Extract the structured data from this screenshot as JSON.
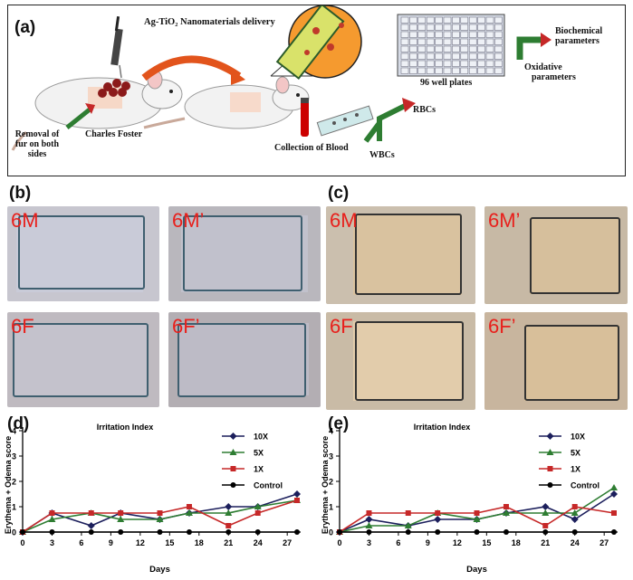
{
  "figure": {
    "panel_a": {
      "label": "(a)",
      "texts": {
        "nanomaterials": "Ag-TiO₂ Nanomaterials delivery",
        "removal_1": "Removal of",
        "removal_2": "fur on both",
        "removal_3": "sides",
        "charles": "Charles Foster",
        "collection": "Collection of Blood",
        "rbc": "RBCs",
        "wbc": "WBCs",
        "well": "96 well plates",
        "biochem_1": "Biochemical",
        "biochem_2": "parameters",
        "oxid_1": "Oxidative",
        "oxid_2": "parameters"
      }
    },
    "panel_b": {
      "label": "(b)",
      "tags": [
        "6M",
        "6M’",
        "6F",
        "6F’"
      ]
    },
    "panel_c": {
      "label": "(c)",
      "tags": [
        "6M",
        "6M’",
        "6F",
        "6F’"
      ]
    },
    "panel_d": {
      "label": "(d)"
    },
    "panel_e": {
      "label": "(e)"
    }
  },
  "chart_data": [
    {
      "panel": "d",
      "type": "line",
      "title": "Irritation Index",
      "xlabel": "Days",
      "ylabel": "Erythema + Odema score",
      "xticks": [
        0,
        3,
        6,
        9,
        12,
        15,
        18,
        21,
        24,
        27
      ],
      "yticks": [
        0,
        1,
        2,
        3,
        4
      ],
      "xlim": [
        0,
        28
      ],
      "ylim": [
        0,
        4
      ],
      "legend_position": "top-right",
      "series": [
        {
          "name": "10X",
          "color": "#1c1f5c",
          "marker": "diamond",
          "x": [
            0,
            3,
            7,
            10,
            14,
            17,
            21,
            24,
            28
          ],
          "y": [
            0,
            0.75,
            0.25,
            0.75,
            0.5,
            0.75,
            1.0,
            1.0,
            1.5
          ]
        },
        {
          "name": "5X",
          "color": "#2e7d32",
          "marker": "triangle",
          "x": [
            0,
            3,
            7,
            10,
            14,
            17,
            21,
            24,
            28
          ],
          "y": [
            0,
            0.5,
            0.75,
            0.5,
            0.5,
            0.75,
            0.75,
            1.0,
            1.25
          ]
        },
        {
          "name": "1X",
          "color": "#c62828",
          "marker": "square",
          "x": [
            0,
            3,
            7,
            10,
            14,
            17,
            21,
            24,
            28
          ],
          "y": [
            0,
            0.75,
            0.75,
            0.75,
            0.75,
            1.0,
            0.25,
            0.75,
            1.25
          ]
        },
        {
          "name": "Control",
          "color": "#000000",
          "marker": "circle",
          "x": [
            0,
            3,
            7,
            10,
            14,
            17,
            21,
            24,
            28
          ],
          "y": [
            0,
            0,
            0,
            0,
            0,
            0,
            0,
            0,
            0
          ]
        }
      ]
    },
    {
      "panel": "e",
      "type": "line",
      "title": "Irritation Index",
      "xlabel": "Days",
      "ylabel": "Erythema + Odema score",
      "xticks": [
        0,
        3,
        6,
        9,
        12,
        15,
        18,
        21,
        24,
        27
      ],
      "yticks": [
        0,
        1,
        2,
        3,
        4
      ],
      "xlim": [
        0,
        28
      ],
      "ylim": [
        0,
        4
      ],
      "legend_position": "top-right",
      "series": [
        {
          "name": "10X",
          "color": "#1c1f5c",
          "marker": "diamond",
          "x": [
            0,
            3,
            7,
            10,
            14,
            17,
            21,
            24,
            28
          ],
          "y": [
            0,
            0.5,
            0.25,
            0.5,
            0.5,
            0.75,
            1.0,
            0.5,
            1.5
          ]
        },
        {
          "name": "5X",
          "color": "#2e7d32",
          "marker": "triangle",
          "x": [
            0,
            3,
            7,
            10,
            14,
            17,
            21,
            24,
            28
          ],
          "y": [
            0,
            0.25,
            0.25,
            0.75,
            0.5,
            0.75,
            0.75,
            0.75,
            1.75
          ]
        },
        {
          "name": "1X",
          "color": "#c62828",
          "marker": "square",
          "x": [
            0,
            3,
            7,
            10,
            14,
            17,
            21,
            24,
            28
          ],
          "y": [
            0,
            0.75,
            0.75,
            0.75,
            0.75,
            1.0,
            0.25,
            1.0,
            0.75
          ]
        },
        {
          "name": "Control",
          "color": "#000000",
          "marker": "circle",
          "x": [
            0,
            3,
            7,
            10,
            14,
            17,
            21,
            24,
            28
          ],
          "y": [
            0,
            0,
            0,
            0,
            0,
            0,
            0,
            0,
            0
          ]
        }
      ]
    }
  ]
}
